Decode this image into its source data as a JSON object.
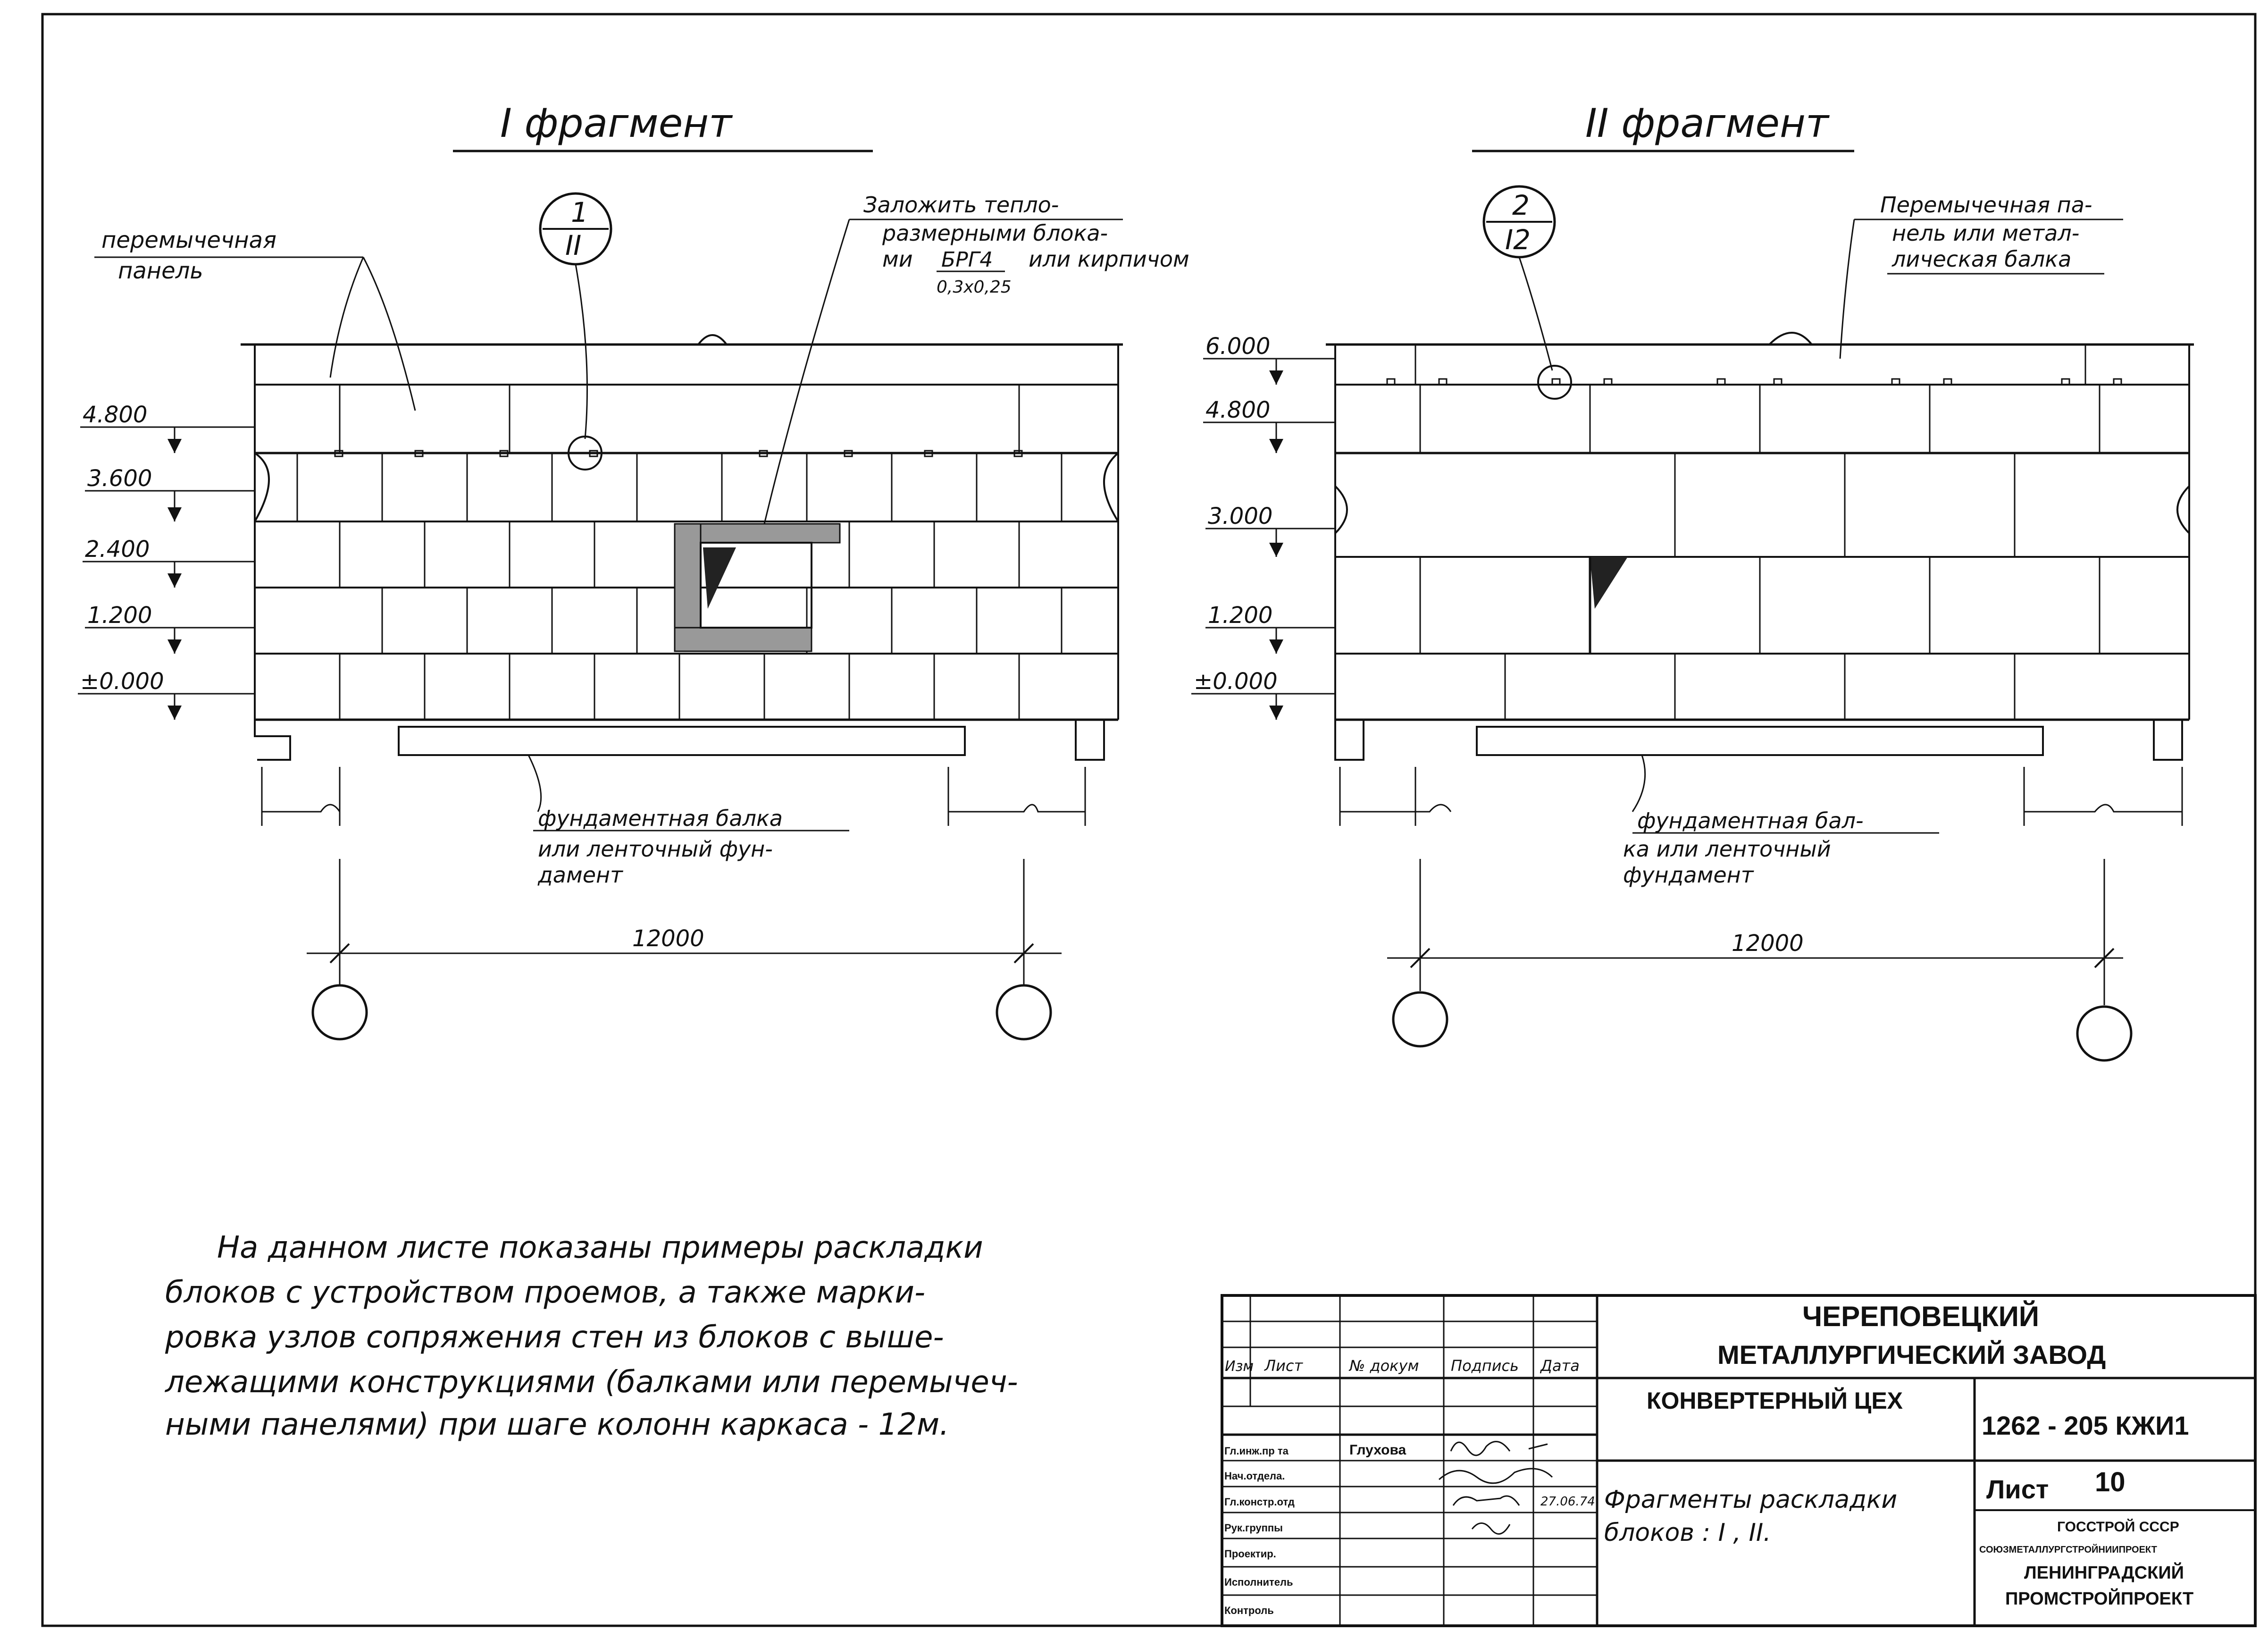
{
  "fragment1": {
    "title": "I фрагмент",
    "label_panel_line1": "перемычечная",
    "label_panel_line2": "панель",
    "callout_top": "1",
    "callout_bottom": "II",
    "label_fill_line1": "Заложить тепло-",
    "label_fill_line2": "размерными блока-",
    "label_fill_line3": "ми",
    "label_fill_block": "БРГ4",
    "label_fill_size": "0,3х0,25",
    "label_fill_tail": "или кирпичом",
    "levels": [
      "4.800",
      "3.600",
      "2.400",
      "1.200",
      "±0.000"
    ],
    "label_beam_line1": "фундаментная балка",
    "label_beam_line2": "или ленточный фун-",
    "label_beam_line3": "дамент",
    "span": "12000"
  },
  "fragment2": {
    "title": "II фрагмент",
    "label_panel_line1": "Перемычечная па-",
    "label_panel_line2": "нель или метал-",
    "label_panel_line3": "лическая балка",
    "callout_top": "2",
    "callout_bottom": "I2",
    "levels": [
      "6.000",
      "4.800",
      "3.000",
      "1.200",
      "±0.000"
    ],
    "label_beam_line1": "фундаментная бал-",
    "label_beam_line2": "ка или ленточный",
    "label_beam_line3": "фундамент",
    "span": "12000"
  },
  "note": {
    "lines": [
      "На данном листе показаны примеры раскладки",
      "блоков с устройством проемов, а также марки-",
      "ровка узлов сопряжения стен из блоков с выше-",
      "лежащими конструкциями (балками или перемычеч-",
      "ными панелями) при шаге колонн каркаса - 12м."
    ]
  },
  "title_block": {
    "org_line1": "ЧЕРЕПОВЕЦКИЙ",
    "org_line2": "МЕТАЛЛУРГИЧЕСКИЙ ЗАВОД",
    "shop": "КОНВЕРТЕРНЫЙ ЦЕХ",
    "code": "1262 - 205 КЖИ1",
    "sheet_label": "Лист",
    "sheet_number": "10",
    "drawing_title_line1": "Фрагменты раскладки",
    "drawing_title_line2": "блоков : I , II.",
    "gosstroy": "ГОССТРОЙ СССР",
    "soyuz": "СОЮЗМЕТАЛЛУРГСТРОЙНИИПРОЕКТ",
    "institute_line1": "ЛЕНИНГРАДСКИЙ",
    "institute_line2": "ПРОМСТРОЙПРОЕКТ",
    "col_izm": "Изм",
    "col_list": "Лист",
    "col_doc": "№ докум",
    "col_sign": "Подпись",
    "col_date": "Дата",
    "roles": [
      "Гл.инж.пр та",
      "Нач.отдела.",
      "Гл.констр.отд",
      "Рук.группы",
      "Проектир.",
      "Исполнитель",
      "Контроль"
    ],
    "chief_engineer_name": "Глухова",
    "date": "27.06.74"
  }
}
